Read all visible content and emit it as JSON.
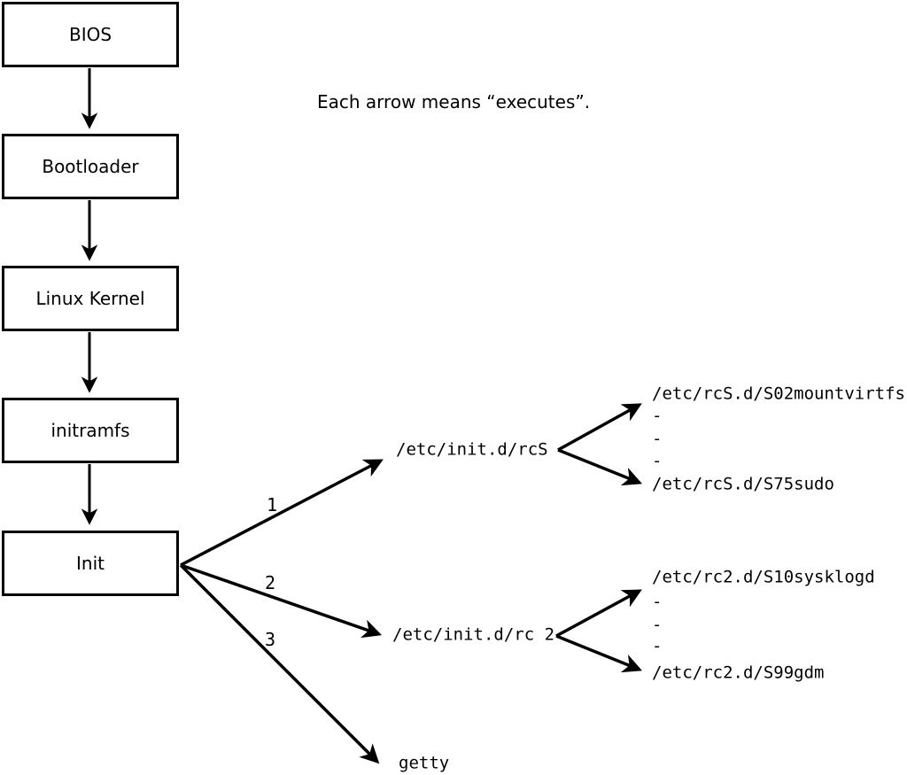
{
  "caption": "Each arrow means “executes”.",
  "boot_chain": {
    "boxes": [
      {
        "label": "BIOS"
      },
      {
        "label": "Bootloader"
      },
      {
        "label": "Linux Kernel"
      },
      {
        "label": "initramfs"
      },
      {
        "label": "Init"
      }
    ]
  },
  "init_branches": [
    {
      "order": "1",
      "target": "/etc/init.d/rcS"
    },
    {
      "order": "2",
      "target": "/etc/init.d/rc 2"
    },
    {
      "order": "3",
      "target": "getty"
    }
  ],
  "rcS_scripts": {
    "first": "/etc/rcS.d/S02mountvirtfs",
    "dashes": [
      "-",
      "-",
      "-"
    ],
    "last": "/etc/rcS.d/S75sudo"
  },
  "rc2_scripts": {
    "first": "/etc/rc2.d/S10sysklogd",
    "dashes": [
      "-",
      "-",
      "-"
    ],
    "last": "/etc/rc2.d/S99gdm"
  }
}
